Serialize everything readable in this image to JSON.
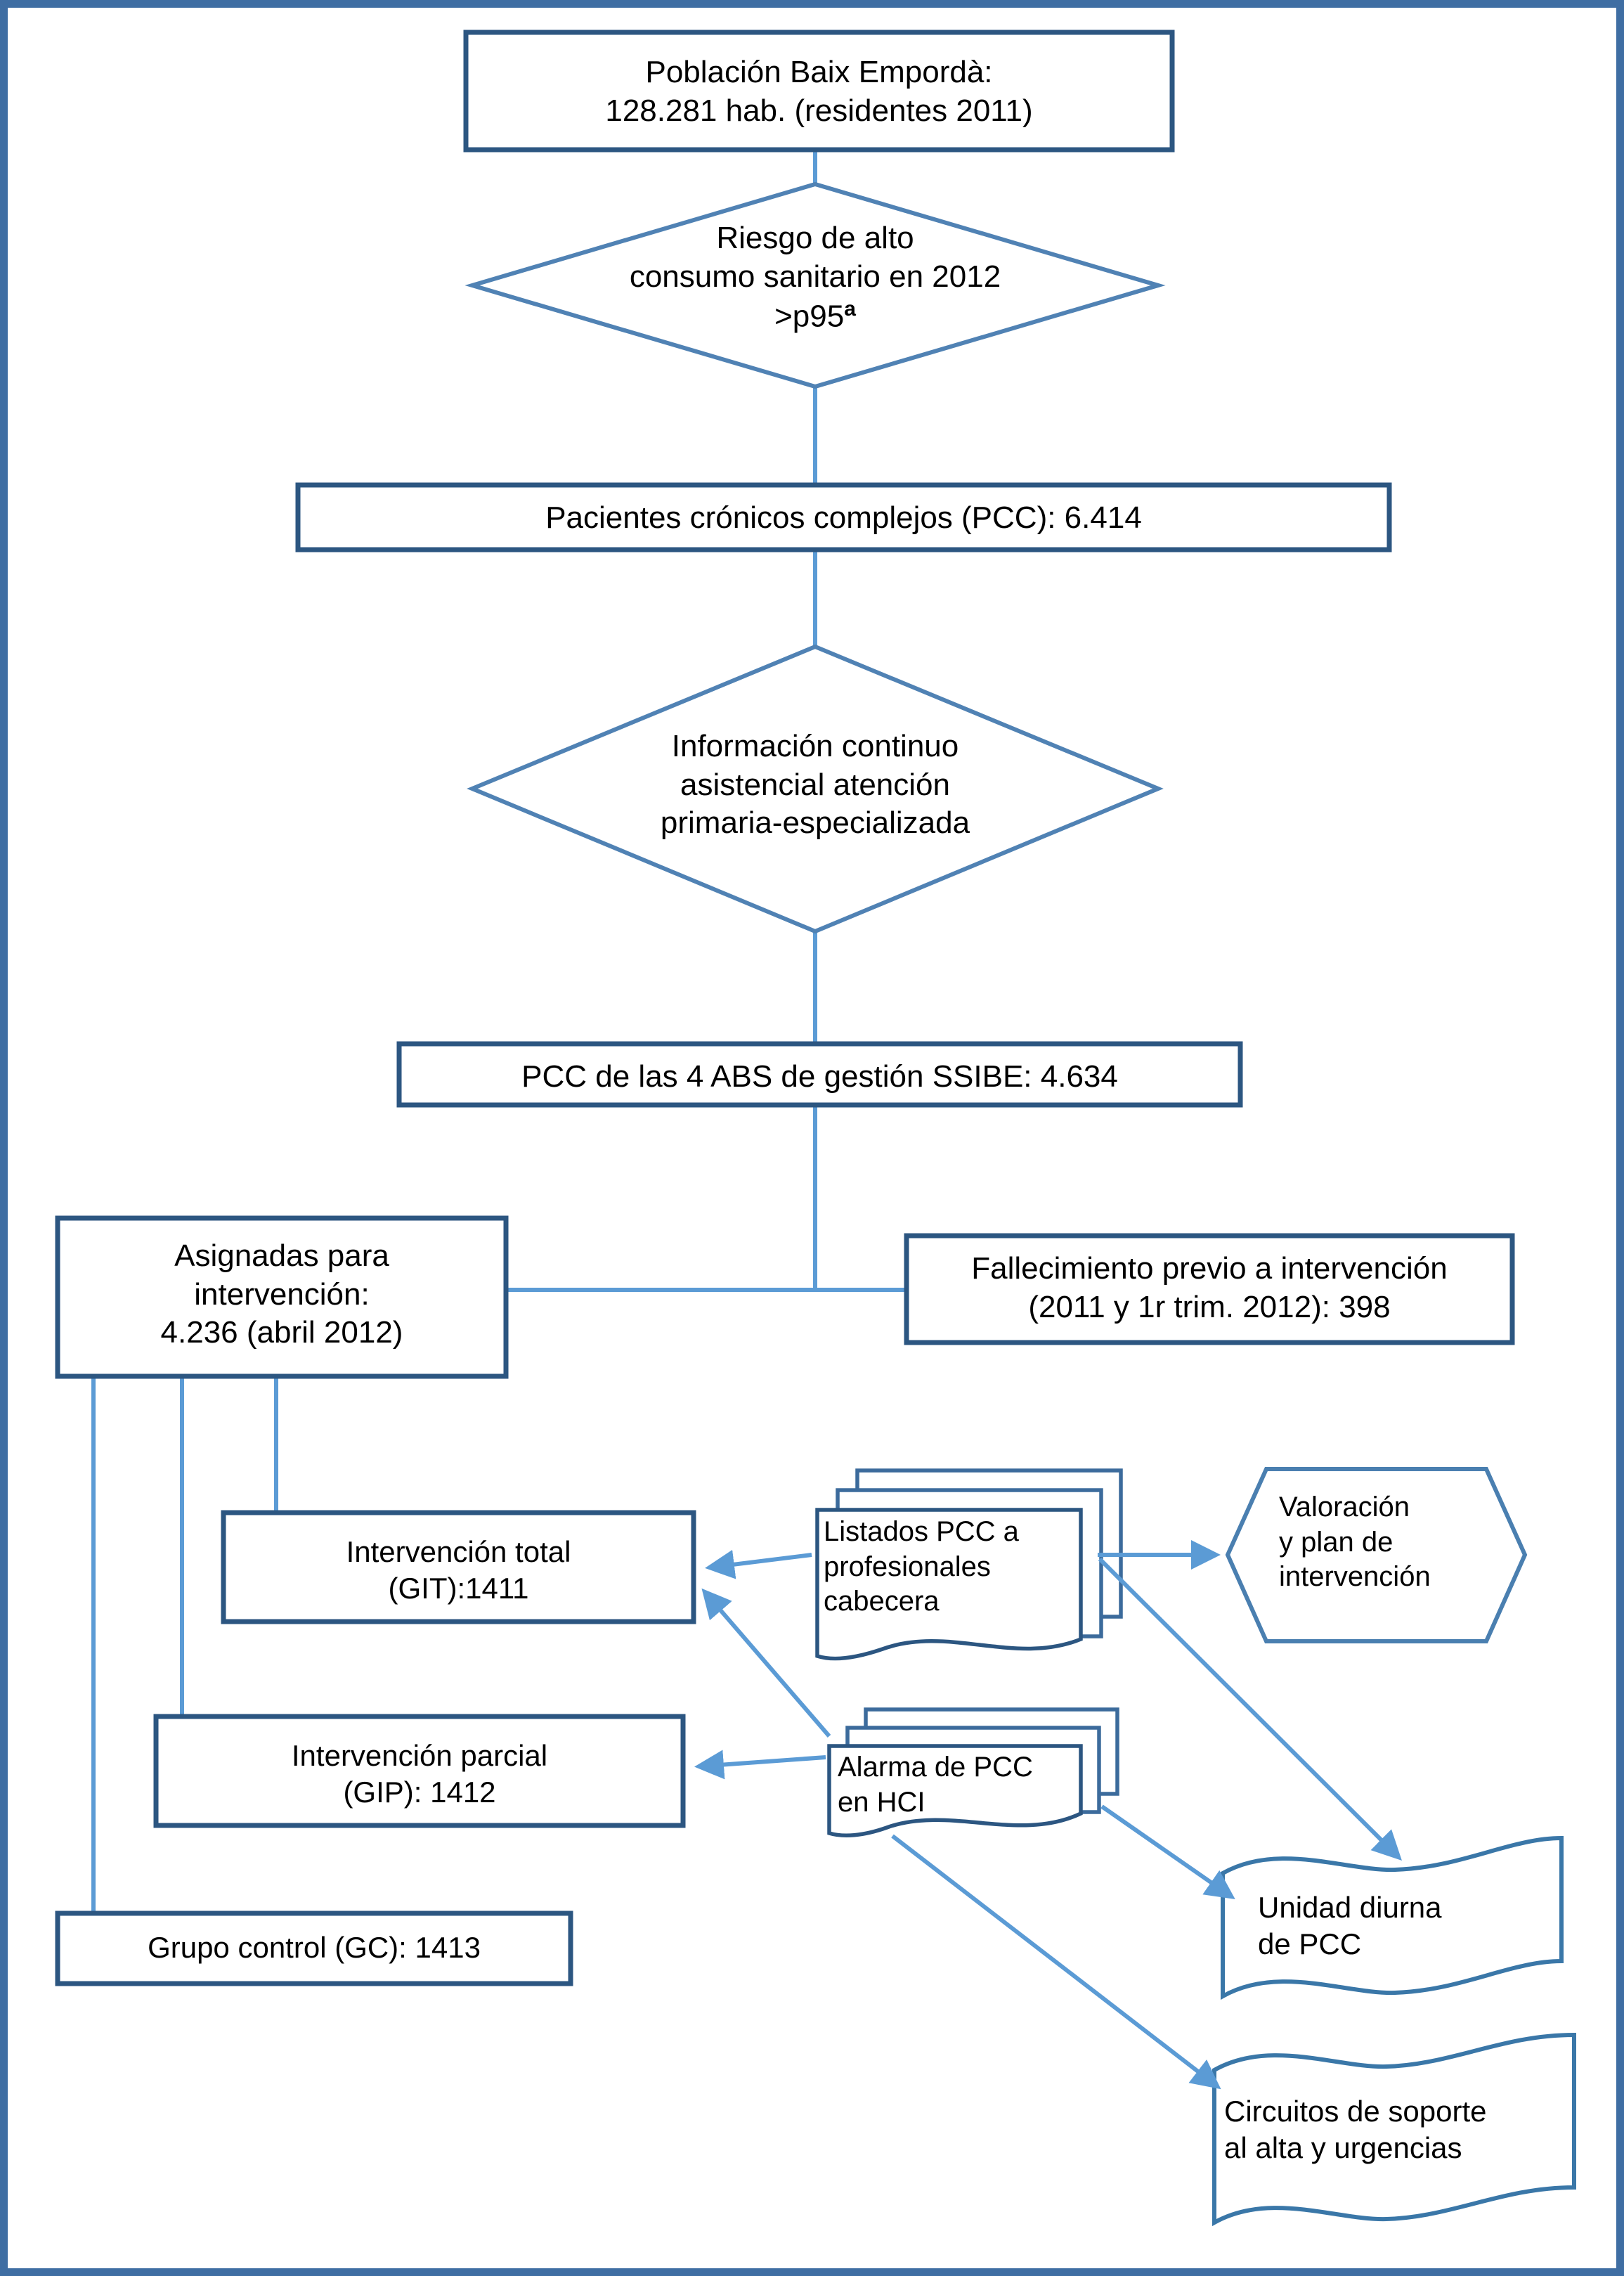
{
  "diagram": {
    "type": "flowchart",
    "title": "Flujo de selección e intervención de Pacientes Crónicos Complejos (PCC)",
    "frame_color": "#3f6ea3",
    "connector_color": "#5b9bd5",
    "box_border_color": "#2c5681",
    "nodes": [
      {
        "id": "poblacion",
        "shape": "rectangle",
        "lines": [
          "Población Baix Empordà:",
          "128.281 hab. (residentes 2011)"
        ]
      },
      {
        "id": "riesgo",
        "shape": "diamond",
        "lines": [
          "Riesgo de alto",
          "consumo sanitario en 2012",
          ">p95"
        ],
        "superscript": "a"
      },
      {
        "id": "pcc",
        "shape": "rectangle",
        "lines": [
          "Pacientes crónicos complejos (PCC): 6.414"
        ]
      },
      {
        "id": "informacion",
        "shape": "diamond",
        "lines": [
          "Información continuo",
          "asistencial atención",
          "primaria-especializada"
        ]
      },
      {
        "id": "pcc_abs",
        "shape": "rectangle",
        "lines": [
          "PCC de las 4 ABS de gestión SSIBE: 4.634"
        ]
      },
      {
        "id": "asignadas",
        "shape": "rectangle",
        "lines": [
          "Asignadas para",
          "intervención:",
          "4.236 (abril 2012)"
        ]
      },
      {
        "id": "fallecimiento",
        "shape": "rectangle",
        "lines": [
          "Fallecimiento previo a intervención",
          "(2011 y 1r trim. 2012): 398"
        ]
      },
      {
        "id": "git",
        "shape": "rectangle",
        "lines": [
          "Intervención total",
          "(GIT):1411"
        ]
      },
      {
        "id": "gip",
        "shape": "rectangle",
        "lines": [
          "Intervención parcial",
          "(GIP): 1412"
        ]
      },
      {
        "id": "gc",
        "shape": "rectangle",
        "lines": [
          "Grupo control (GC): 1413"
        ]
      },
      {
        "id": "listados",
        "shape": "multidocument",
        "lines": [
          "Listados PCC a",
          "profesionales",
          "cabecera"
        ]
      },
      {
        "id": "alarma",
        "shape": "multidocument",
        "lines": [
          "Alarma de PCC",
          "en HCI"
        ]
      },
      {
        "id": "valoracion",
        "shape": "hexagon",
        "lines": [
          "Valoración",
          "y plan de",
          "intervención"
        ]
      },
      {
        "id": "unidad",
        "shape": "wave-document",
        "lines": [
          "Unidad diurna",
          "de PCC"
        ]
      },
      {
        "id": "circuitos",
        "shape": "wave-document",
        "lines": [
          "Circuitos de soporte",
          "al alta y urgencias"
        ]
      }
    ],
    "edges": [
      {
        "from": "poblacion",
        "to": "riesgo",
        "arrow": false
      },
      {
        "from": "riesgo",
        "to": "pcc",
        "arrow": false
      },
      {
        "from": "pcc",
        "to": "informacion",
        "arrow": false
      },
      {
        "from": "informacion",
        "to": "pcc_abs",
        "arrow": false
      },
      {
        "from": "pcc_abs",
        "to": "asignadas",
        "arrow": false
      },
      {
        "from": "pcc_abs",
        "to": "fallecimiento",
        "arrow": false
      },
      {
        "from": "asignadas",
        "to": "git",
        "arrow": false
      },
      {
        "from": "asignadas",
        "to": "gip",
        "arrow": false
      },
      {
        "from": "asignadas",
        "to": "gc",
        "arrow": false
      },
      {
        "from": "listados",
        "to": "git",
        "arrow": true
      },
      {
        "from": "listados",
        "to": "valoracion",
        "arrow": true
      },
      {
        "from": "listados",
        "to": "unidad",
        "arrow": true
      },
      {
        "from": "alarma",
        "to": "git",
        "arrow": true
      },
      {
        "from": "alarma",
        "to": "gip",
        "arrow": true
      },
      {
        "from": "alarma",
        "to": "unidad",
        "arrow": true
      },
      {
        "from": "alarma",
        "to": "circuitos",
        "arrow": true
      }
    ]
  }
}
